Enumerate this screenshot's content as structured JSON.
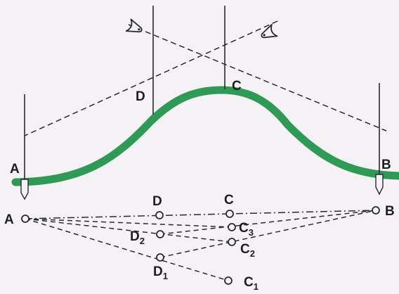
{
  "colors": {
    "background": "#f4f2f4",
    "ink": "#2a2a2e",
    "ground_profile": "#2f9a55"
  },
  "icons": {
    "range_pole_base": "pole-tip-icon",
    "sighting_eye": "eye-sight-icon"
  },
  "profile_view": {
    "labels": {
      "a": "A",
      "b": "B",
      "c": "C",
      "d": "D"
    }
  },
  "plan_view": {
    "labels": {
      "a": "A",
      "b": "B",
      "c": "C",
      "d": "D",
      "c1": "C",
      "c1_sub": "1",
      "c2": "C",
      "c2_sub": "2",
      "c3": "C",
      "c3_sub": "3",
      "d1": "D",
      "d1_sub": "1",
      "d2": "D",
      "d2_sub": "2"
    }
  }
}
